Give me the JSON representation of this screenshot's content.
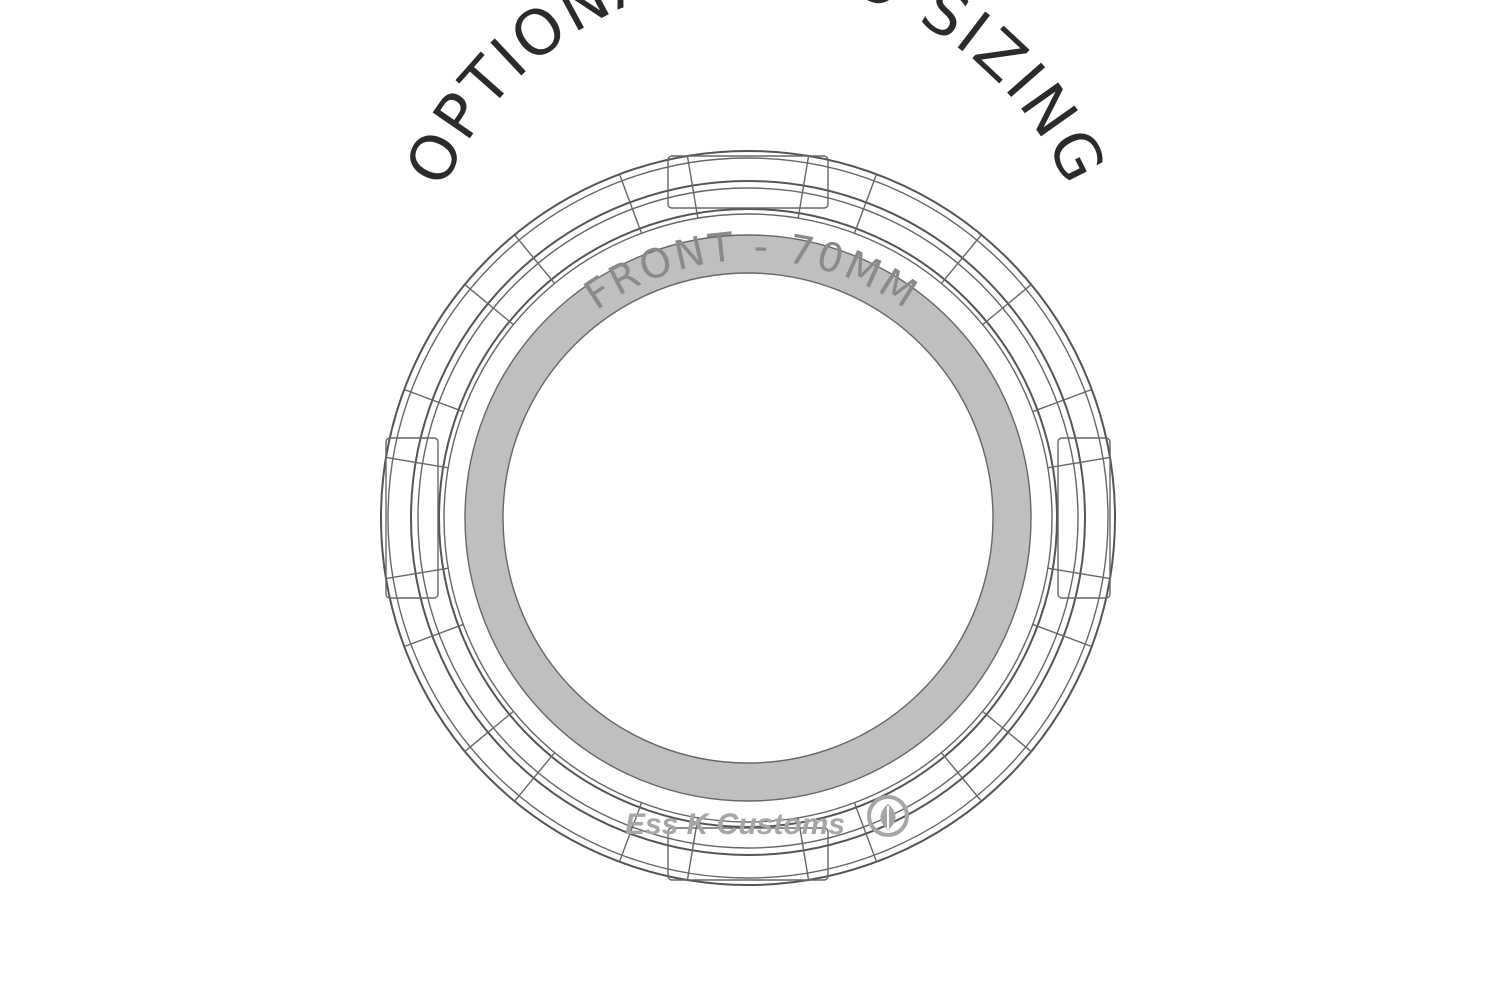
{
  "diagram": {
    "title": "OPTIONAL HALO SIZING",
    "halo_label": "FRONT - 70MM",
    "brand": "Ess K Customs",
    "brand_icon": "shield-leaf-icon",
    "colors": {
      "outline": "#555555",
      "halo_ring": "#bfbfbf",
      "title": "#2b2b2b",
      "halo_label": "#8a8a8a",
      "brand": "#a6a6a6"
    }
  }
}
